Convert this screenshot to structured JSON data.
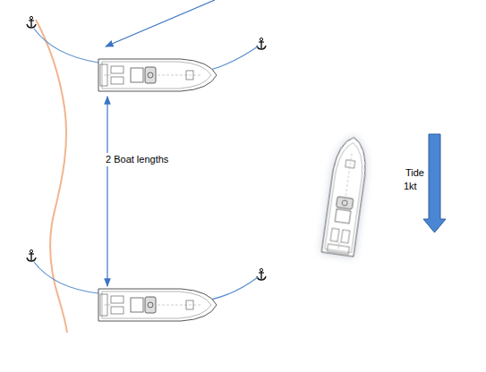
{
  "diagram": {
    "labels": [
      "2 Boat lengths",
      "Tide",
      "1kt"
    ]
  }
}
